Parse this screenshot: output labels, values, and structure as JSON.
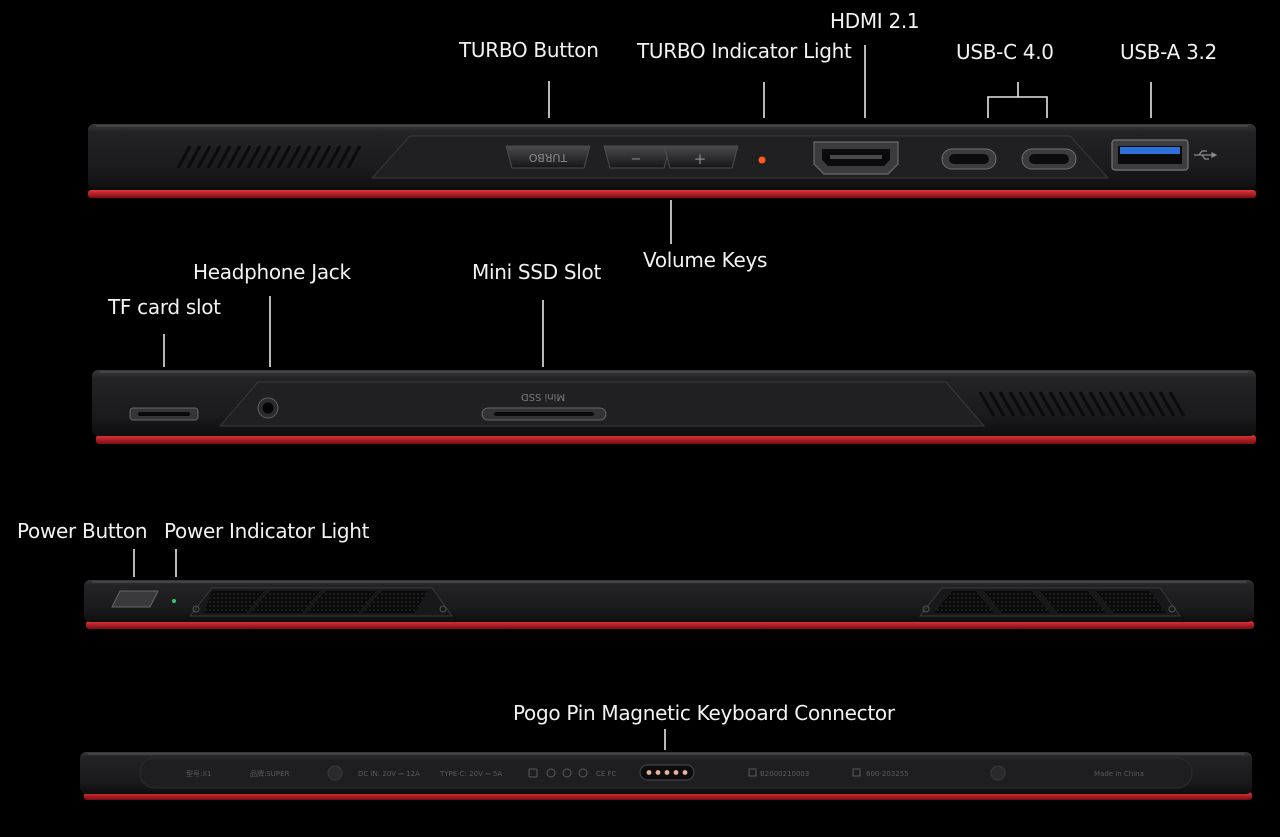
{
  "colors": {
    "background": "#000000",
    "label_text": "#f2f2f2",
    "leader_line": "#e0e0e0",
    "body_dark": "#1b1b1d",
    "body_mid": "#2a2a2c",
    "accent_red": "#c01822",
    "indicator_orange": "#ff5a1e",
    "indicator_green": "#33cc66",
    "usb_a_blue": "#2e6fd8"
  },
  "labels": {
    "turbo_button": "TURBO Button",
    "turbo_indicator": "TURBO Indicator Light",
    "hdmi": "HDMI 2.1",
    "usb_c": "USB-C 4.0",
    "usb_a": "USB-A 3.2",
    "volume_keys": "Volume Keys",
    "headphone_jack": "Headphone Jack",
    "tf_card": "TF card slot",
    "mini_ssd": "Mini SSD Slot",
    "power_button": "Power Button",
    "power_indicator": "Power Indicator Light",
    "pogo_pin": "Pogo Pin Magnetic Keyboard Connector"
  },
  "device_print": {
    "turbo_key": "TURBO",
    "minus_key": "−",
    "plus_key": "+",
    "mini_ssd": "Mini SSD",
    "model": "型号:X1",
    "brand": "品牌:SUPER",
    "dc_in": "DC IN: 20V ⎓ 12A",
    "type_c": "TYPE-C: 20V ⎓ 5A",
    "cert": "CE FC",
    "code_1": "B2000210003",
    "code_2": "600-203255",
    "made_in": "Made in China"
  }
}
